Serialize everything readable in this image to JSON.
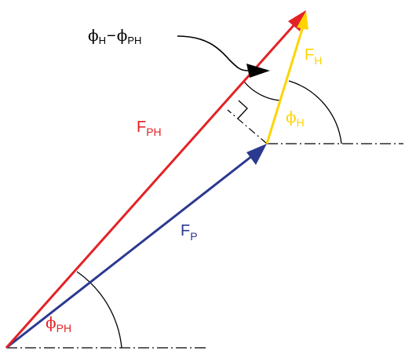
{
  "labels": {
    "phase_diff": {
      "phi1": "ϕ",
      "sub1": "H",
      "minus": "−",
      "phi2": "ϕ",
      "sub2": "PH"
    },
    "F_PH": {
      "main": "F",
      "sub": "PH"
    },
    "F_H": {
      "main": "F",
      "sub": "H"
    },
    "F_P": {
      "main": "F",
      "sub": "P"
    },
    "phi_H": {
      "phi": "ϕ",
      "sub": "H"
    },
    "phi_PH": {
      "phi": "ϕ",
      "sub": "PH"
    }
  },
  "colors": {
    "F_PH": "#e32226",
    "F_P": "#2b3990",
    "F_H": "#ffd400",
    "annotation": "#000000"
  }
}
